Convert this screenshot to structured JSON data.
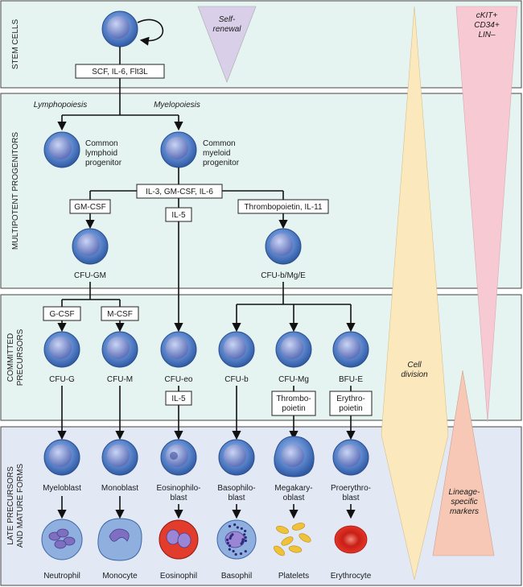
{
  "bands": {
    "stem": "STEM CELLS",
    "multipotent": "MULTIPOTENT PROGENITORS",
    "committed_1": "COMMITTED",
    "committed_2": "PRECURSORS",
    "late_1": "LATE PRECURSORS",
    "late_2": "AND MATURE FORMS"
  },
  "wedges": {
    "self_renewal_1": "Self-",
    "self_renewal_2": "renewal",
    "markers_1": "cKIT+",
    "markers_2": "CD34+",
    "markers_3": "LIN–",
    "cell_division_1": "Cell",
    "cell_division_2": "division",
    "lineage_1": "Lineage-",
    "lineage_2": "specific",
    "lineage_3": "markers"
  },
  "pathways": {
    "lymphopoiesis": "Lymphopoiesis",
    "myelopoiesis": "Myelopoiesis"
  },
  "factors": {
    "stem": "SCF, IL-6, Flt3L",
    "myeloid": "IL-3, GM-CSF, IL-6",
    "gm_csf": "GM-CSF",
    "il5_top": "IL-5",
    "thrombo_il11": "Thrombopoietin, IL-11",
    "g_csf": "G-CSF",
    "m_csf": "M-CSF",
    "il5_bottom": "IL-5",
    "thrombopoietin_1": "Thrombo-",
    "thrombopoietin_2": "poietin",
    "erythropoietin_1": "Erythro-",
    "erythropoietin_2": "poietin"
  },
  "progenitors": {
    "lymphoid_1": "Common",
    "lymphoid_2": "lymphoid",
    "lymphoid_3": "progenitor",
    "myeloid_1": "Common",
    "myeloid_2": "myeloid",
    "myeloid_3": "progenitor",
    "cfu_gm": "CFU-GM",
    "cfu_bmge": "CFU-b/Mg/E"
  },
  "committed": [
    "CFU-G",
    "CFU-M",
    "CFU-eo",
    "CFU-b",
    "CFU-Mg",
    "BFU-E"
  ],
  "blasts": [
    [
      "Myeloblast",
      ""
    ],
    [
      "Monoblast",
      ""
    ],
    [
      "Eosinophilo-",
      "blast"
    ],
    [
      "Basophilo-",
      "blast"
    ],
    [
      "Megakary-",
      "oblast"
    ],
    [
      "Proerythro-",
      "blast"
    ]
  ],
  "mature": [
    "Neutrophil",
    "Monocyte",
    "Eosinophil",
    "Basophil",
    "Platelets",
    "Erythrocyte"
  ],
  "colors": {
    "band_top": "#e6f4f1",
    "band_bottom": "#e2e8f4",
    "self_renewal": "#d9cfe8",
    "markers": "#f7c9d2",
    "cell_division": "#fbe9bd",
    "lineage": "#f6c8b5",
    "cell_blue": "#4f7fc4",
    "eosinophil": "#e23c2c",
    "erythrocyte": "#d92222",
    "platelet": "#f0c23a"
  }
}
